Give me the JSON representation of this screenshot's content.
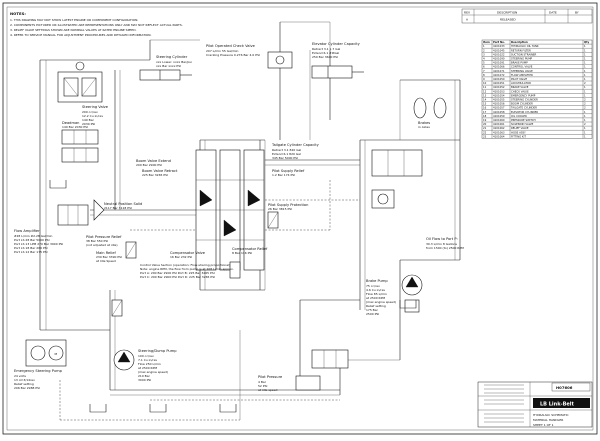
{
  "notes": {
    "heading": "NOTES:",
    "lines": [
      "1. THIS DRAWING MAY NOT SHOW LATEST ENGINE OR COMPONENT CONFIGURATION.",
      "2. COMPONENTS PICTURED OR ILLUSTRATED ARE REPRESENTATIONS ONLY AND MAY NOT REFLECT ACTUAL PARTS.",
      "3. RELIEF VALVE SETTINGS SHOWN ARE NOMINAL VALUES AT RATED ENGINE SPEED.",
      "4. REFER TO SERVICE MANUAL FOR ADJUSTMENT PROCEDURES AND DETAILED INFORMATION."
    ]
  },
  "labels": {
    "steering_cylinder": [
      "Steering Cylinder",
      "xxx Lower: xxxx Bar/psi",
      "xxx Bar  xxxx PSI"
    ],
    "pilot_check_valve": [
      "Pilot Operated Check Valve",
      "207 L/min  55 Gal/min",
      "Cracking Pressure 0.276 Bar  4.0 PSI"
    ],
    "elevator_cylinder": [
      "Elevator Cylinder Capacity",
      "Retract 3.1  1.7 Gal",
      "Extend 6.1  ##Gal",
      "250 Bar  3600 PSI"
    ],
    "steering_valve": [
      "Steering Valve",
      "200 cc/rev",
      "12.2 Cu in/rev",
      "140 Bar",
      "2030 PSI"
    ],
    "deadman": [
      "Deadman",
      "140 Bar  2030 PSI"
    ],
    "boom_extend": [
      "Boom Valve Extend",
      "200 Bar  2900 PSI"
    ],
    "boom_retract": [
      "Boom Valve Retract",
      "225 Bar  3265 PSI"
    ],
    "tailgate": [
      "Tailgate Cylinder Capacity",
      "Retract 3.1  820 Gal",
      "Extend 6.1  820 Gal",
      "345 Bar  5000 PSI"
    ],
    "pilot_relief": [
      "Pilot Supply Relief",
      "1.2 Bar  174 PSI"
    ],
    "pilot_protection": [
      "Pilot Supply Protection",
      "26 Bar  3815 PSI"
    ],
    "brakes": [
      "Brakes",
      "in Axles"
    ],
    "neutral_solid": [
      "Neutral Position Solid",
      "2117 Bar  3118 PSI"
    ],
    "pilot_pressure_relief": [
      "Pilot Pressure Relief",
      "38 Bar  550 PSI",
      "(not adjusted at idle)"
    ],
    "main_relief": [
      "Main Relief",
      "230 Bar  3390 PSI",
      "at Idle Speed"
    ],
    "compensator_valve": [
      "Compensator Valve",
      "16 Bar  232 PSI"
    ],
    "compensator_relief": [
      "Compensator Relief",
      "8 Bar  116 PSI"
    ],
    "flow_amplifier": [
      "Flow Amplifier",
      "#28 L/min  #2.28 Gal/min",
      "Port LS  28 Bar  5000 PSI",
      "Port LS 13 LPM  270 Bar  3900 PSI",
      "Port LS  18 Bar  260 PSI",
      "Port LS  12 Bar  175 PSI"
    ],
    "oil_flow": [
      "Oil Flow to Port P:",
      "30.3 L/min  8 Gallons",
      "from 1500 (to) 2500 RPM"
    ],
    "brake_pump": [
      "Brake Pump",
      "75 cc/rev",
      "4.6 Cu in/rev",
      "Flow 85 L/min",
      "at 2500 RPM",
      "(max engine speed)",
      "Relief setting",
      "175 Bar",
      "2500 PSI"
    ],
    "steering_pump": [
      "Steering/Dump Pump",
      "100 cc/rev",
      "7.1 Cu in/rev",
      "Flow 250 L/min",
      "at 2500 RPM",
      "(max engine speed)",
      "210 Bar",
      "3000 PSI"
    ],
    "emergency_pump": [
      "Emergency Steering Pump",
      "24 volts",
      "13 cm3/14rev",
      "Relief setting",
      "206 Bar  2988 PSI"
    ],
    "pilot_pressure_bottom": [
      "Pilot Pressure",
      "4 Bar",
      "52 PSI",
      "at idle speed"
    ],
    "flow_note": [
      "Control Valve Section (operation: Flow-sharing proportional)",
      "Note: engine RPM, the flow from pump is at 208 L/min approx.",
      "Port A: 200 Bar  2900 PSI   Port B: 225 Bar  3265 PSI",
      "Port C: 200 Bar  2900 PSI   Port D: 225 Bar  3265 PSI"
    ]
  },
  "parts_table": {
    "header": [
      "Item",
      "Part No.",
      "Description",
      "Qty"
    ],
    "rows": [
      [
        "1",
        "4101033",
        "HYDRAULIC OIL TANK",
        "1"
      ],
      [
        "2",
        "4101045",
        "RETURN FILTER",
        "1"
      ],
      [
        "3",
        "4101022",
        "SUCTION STRAINER",
        "1"
      ],
      [
        "4",
        "4101090",
        "STEERING PUMP",
        "1"
      ],
      [
        "5",
        "4101091",
        "BRAKE PUMP",
        "1"
      ],
      [
        "6",
        "4101066",
        "CONTROL VALVE",
        "1"
      ],
      [
        "7",
        "4101071",
        "STEERING VALVE",
        "1"
      ],
      [
        "8",
        "4101072",
        "FLOW AMPLIFIER",
        "1"
      ],
      [
        "9",
        "4101050",
        "PILOT VALVE",
        "1"
      ],
      [
        "10",
        "4101051",
        "ACCUMULATOR",
        "2"
      ],
      [
        "11",
        "4101052",
        "BRAKE VALVE",
        "1"
      ],
      [
        "12",
        "4101053",
        "CHECK VALVE",
        "1"
      ],
      [
        "13",
        "4101054",
        "EMERGENCY PUMP",
        "1"
      ],
      [
        "14",
        "4101055",
        "STEERING CYLINDER",
        "2"
      ],
      [
        "15",
        "4101056",
        "BOOM CYLINDER",
        "2"
      ],
      [
        "16",
        "4101057",
        "TAILGATE CYLINDER",
        "2"
      ],
      [
        "17",
        "4101058",
        "ELEVATOR CYLINDER",
        "1"
      ],
      [
        "18",
        "4101059",
        "OIL COOLER",
        "1"
      ],
      [
        "19",
        "4101060",
        "PRESSURE SWITCH",
        "1"
      ],
      [
        "20",
        "4101061",
        "SOLENOID VALVE",
        "2"
      ],
      [
        "21",
        "4101062",
        "RELIEF VALVE",
        "1"
      ],
      [
        "22",
        "4101063",
        "HOSE ASSY",
        "1"
      ],
      [
        "23",
        "4101064",
        "FITTING KIT",
        "1"
      ]
    ]
  },
  "revision_block": {
    "header": [
      "REV",
      "DESCRIPTION",
      "DATE",
      "BY"
    ],
    "rows": [
      [
        "A",
        "RELEASED",
        "",
        ""
      ]
    ]
  },
  "title_block": {
    "logo": "LB Link-Belt",
    "title": [
      "HYDRAULIC SCHEMATIC",
      "MATERIAL HANDLER"
    ],
    "drawing_no": "H07606",
    "sheet": "SHEET 1 OF 1"
  },
  "colors": {
    "ink": "#111111",
    "paper": "#ffffff"
  }
}
